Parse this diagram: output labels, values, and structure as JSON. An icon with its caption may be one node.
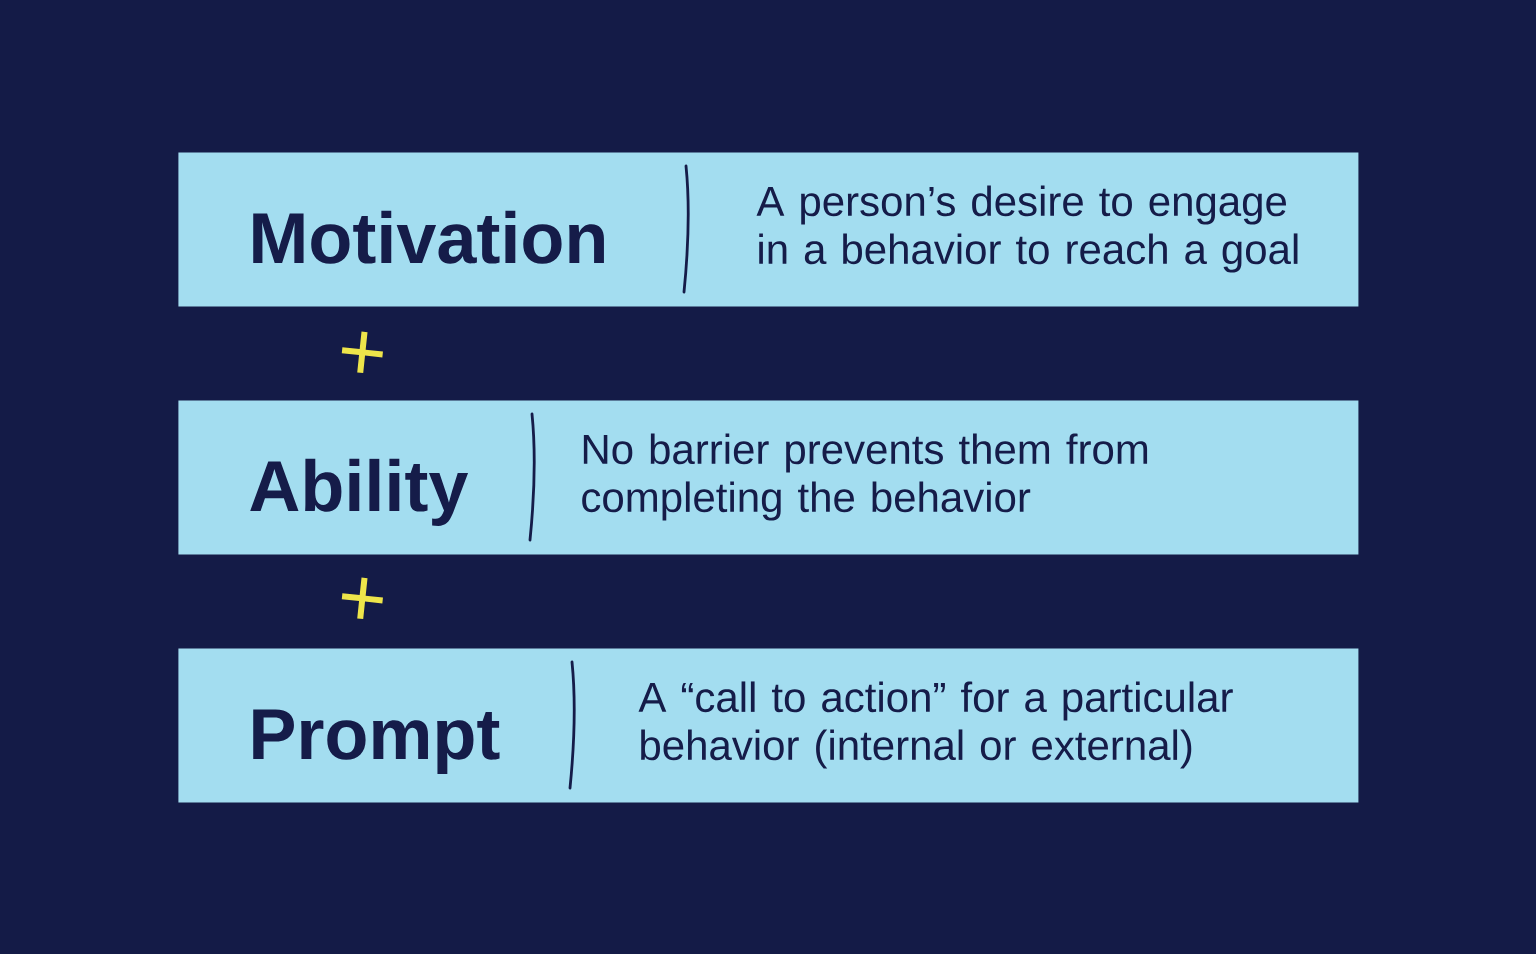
{
  "diagram": {
    "nodes": [
      {
        "text": [
          "Motivation",
          "A person’s desire to engage in a behavior to reach a goal"
        ]
      },
      {
        "text": [
          "Ability",
          "No barrier prevents them from completing the behavior"
        ]
      },
      {
        "text": [
          "Prompt",
          "A “call to action” for a particular behavior (internal or external)"
        ]
      }
    ],
    "labels": [
      "+",
      "+"
    ]
  }
}
